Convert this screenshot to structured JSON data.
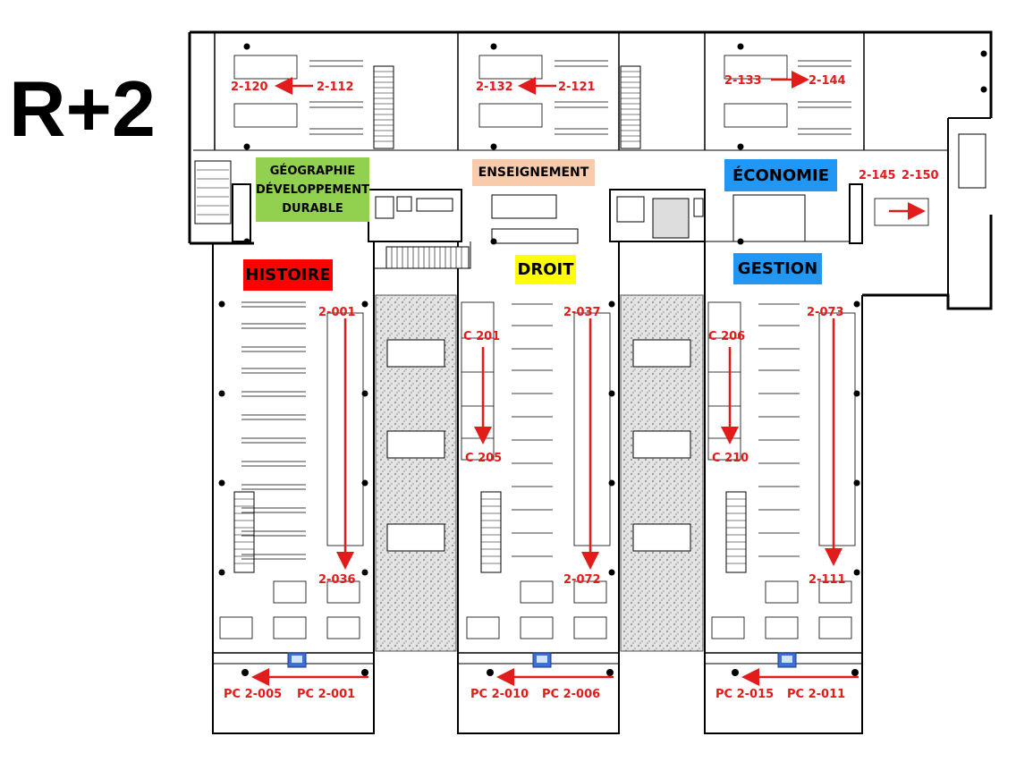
{
  "floor": "R+2",
  "zones": {
    "geographie": {
      "label": "GÉOGRAPHIE\nDÉVELOPPEMENT\nDURABLE",
      "color": "#92d050"
    },
    "enseignement": {
      "label": "ENSEIGNEMENT",
      "color": "#f8cbad"
    },
    "economie": {
      "label": "ÉCONOMIE",
      "color": "#2196f3"
    },
    "histoire": {
      "label": "HISTOIRE",
      "color": "#ff0000"
    },
    "droit": {
      "label": "DROIT",
      "color": "#ffff00"
    },
    "gestion": {
      "label": "GESTION",
      "color": "#2196f3"
    }
  },
  "ranges": {
    "r2120": "2-120",
    "r2112": "2-112",
    "r2132": "2-132",
    "r2121": "2-121",
    "r2133": "2-133",
    "r2144": "2-144",
    "r2145": "2-145",
    "r2150": "2-150",
    "r2001": "2-001",
    "r2036": "2-036",
    "r2037": "2-037",
    "r2072": "2-072",
    "r2073": "2-073",
    "r2111": "2-111",
    "c201": "C 201",
    "c205": "C 205",
    "c206": "C 206",
    "c210": "C 210",
    "pc2005": "PC 2-005",
    "pc2001": "PC 2-001",
    "pc2010": "PC 2-010",
    "pc2006": "PC 2-006",
    "pc2015": "PC 2-015",
    "pc2011": "PC 2-011"
  },
  "colors": {
    "arrow": "#e21b1b",
    "walls": "#000000",
    "atrium": "#c9c9c9"
  }
}
